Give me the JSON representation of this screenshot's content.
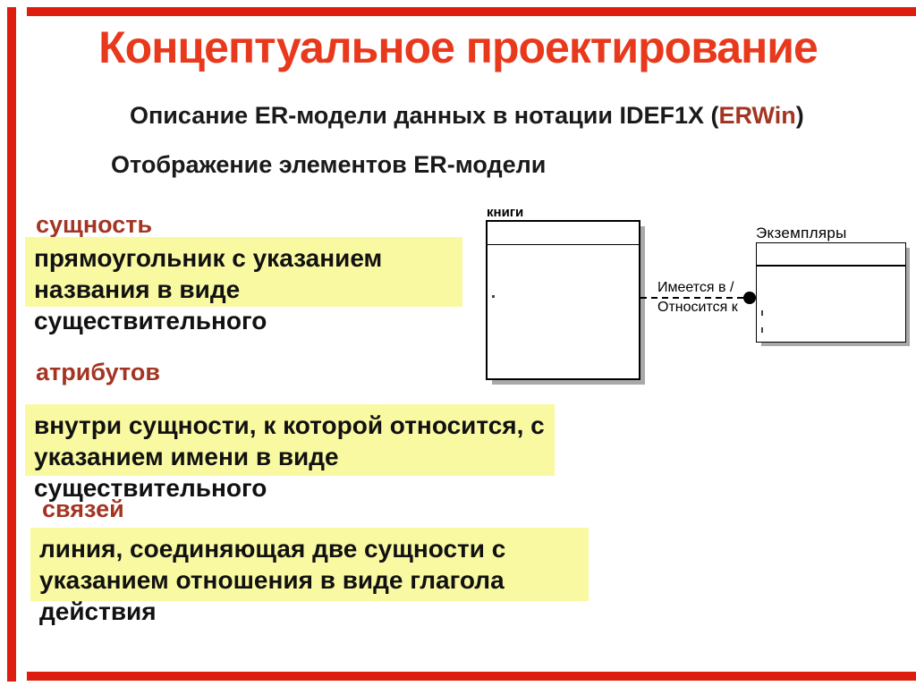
{
  "slide": {
    "title": "Концептуальное проектирование",
    "subtitle": {
      "prefix": "Описание ER-модели данных в нотации IDEF1X (",
      "highlight": "ERWin",
      "suffix": ")"
    },
    "section_heading": "Отображение элементов ER-модели"
  },
  "definitions": [
    {
      "term": "сущность",
      "lines": [
        "прямоугольник с указанием",
        "названия в виде существительного"
      ]
    },
    {
      "term": "атрибутов",
      "lines": [
        "внутри сущности, к которой относится, с",
        "указанием имени в виде существительного"
      ]
    },
    {
      "term": "связей",
      "lines": [
        "линия, соединяющая две сущности с",
        "указанием отношения в виде глагола действия"
      ]
    }
  ],
  "diagram": {
    "entity_books": {
      "label": "книги"
    },
    "entity_copies": {
      "label": "Экземпляры"
    },
    "relationship": {
      "label_top": "Имеется в /",
      "label_bottom": "Относится к"
    }
  },
  "colors": {
    "title_red": "#e8391d",
    "accent_brick": "#a43523",
    "frame_red": "#dd1d0d",
    "note_yellow": "#f9f9a2",
    "shadow_gray": "#a9a9a9"
  }
}
